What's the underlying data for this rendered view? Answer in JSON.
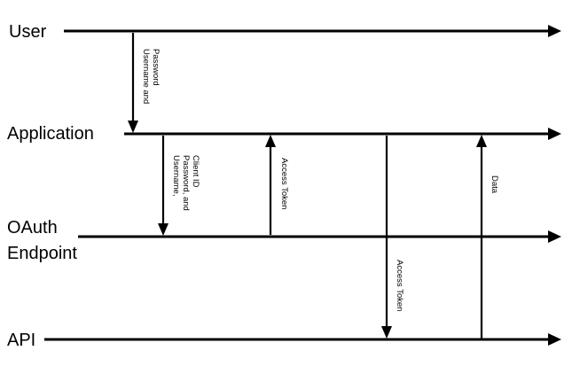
{
  "lanes": [
    {
      "id": "user",
      "label": "User"
    },
    {
      "id": "application",
      "label": "Application"
    },
    {
      "id": "oauth",
      "label": "OAuth\nEndpoint"
    },
    {
      "id": "api",
      "label": "API"
    }
  ],
  "messages": [
    {
      "id": "credentials",
      "from": "user",
      "to": "application",
      "label": "Username and\nPassword"
    },
    {
      "id": "credentials-client",
      "from": "application",
      "to": "oauth",
      "label": "Username,\nPassword, and\nClient ID"
    },
    {
      "id": "token-to-app",
      "from": "oauth",
      "to": "application",
      "label": "Access Token"
    },
    {
      "id": "token-to-api",
      "from": "application",
      "to": "api",
      "label": "Access Token"
    },
    {
      "id": "data",
      "from": "api",
      "to": "application",
      "label": "Data"
    }
  ]
}
